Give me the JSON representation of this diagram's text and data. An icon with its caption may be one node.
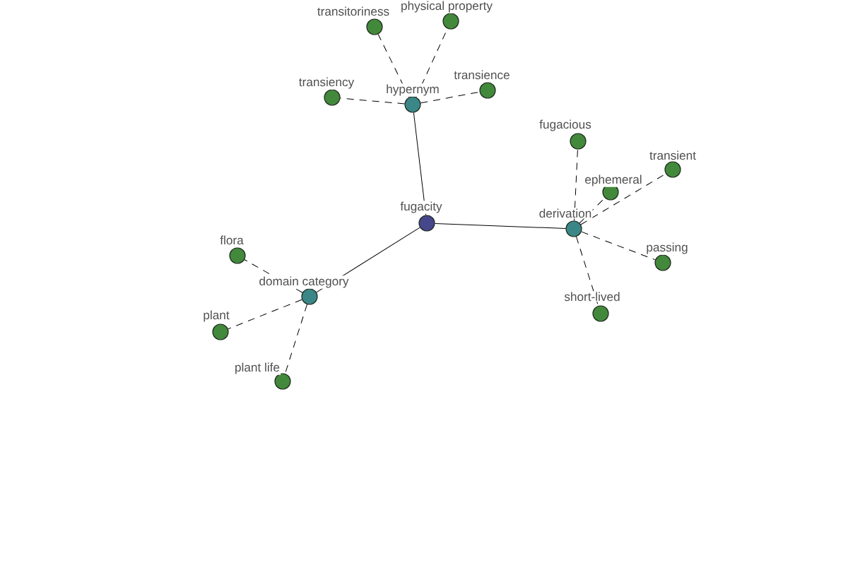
{
  "diagram": {
    "nodes": [
      {
        "text": [],
        "shape": "circle",
        "beside": [
          "fugacity"
        ]
      },
      {
        "text": [],
        "shape": "circle",
        "beside": [
          "hypernym"
        ]
      },
      {
        "text": [],
        "shape": "circle",
        "beside": [
          "transitoriness"
        ]
      },
      {
        "text": [],
        "shape": "circle",
        "beside": [
          "physical property"
        ]
      },
      {
        "text": [],
        "shape": "circle",
        "beside": [
          "transiency"
        ]
      },
      {
        "text": [],
        "shape": "circle",
        "beside": [
          "transience"
        ]
      },
      {
        "text": [],
        "shape": "circle",
        "beside": [
          "derivation"
        ]
      },
      {
        "text": [],
        "shape": "circle",
        "beside": [
          "fugacious"
        ]
      },
      {
        "text": [],
        "shape": "circle",
        "beside": [
          "ephemeral"
        ]
      },
      {
        "text": [],
        "shape": "circle",
        "beside": [
          "transient"
        ]
      },
      {
        "text": [],
        "shape": "circle",
        "beside": [
          "passing"
        ]
      },
      {
        "text": [],
        "shape": "circle",
        "beside": [
          "short-lived"
        ]
      },
      {
        "text": [],
        "shape": "circle",
        "beside": [
          "domain category"
        ]
      },
      {
        "text": [],
        "shape": "circle",
        "beside": [
          "flora"
        ]
      },
      {
        "text": [],
        "shape": "circle",
        "beside": [
          "plant"
        ]
      },
      {
        "text": [],
        "shape": "circle",
        "beside": [
          "plant life"
        ]
      }
    ],
    "edges": [
      {
        "from": 0,
        "to": 1,
        "arrow": "none"
      },
      {
        "from": 0,
        "to": 6,
        "arrow": "none"
      },
      {
        "from": 0,
        "to": 12,
        "arrow": "none"
      },
      {
        "from": 1,
        "to": 2,
        "arrow": "none",
        "style": "dashed"
      },
      {
        "from": 1,
        "to": 3,
        "arrow": "none",
        "style": "dashed"
      },
      {
        "from": 1,
        "to": 4,
        "arrow": "none",
        "style": "dashed"
      },
      {
        "from": 1,
        "to": 5,
        "arrow": "none",
        "style": "dashed"
      },
      {
        "from": 6,
        "to": 7,
        "arrow": "none",
        "style": "dashed"
      },
      {
        "from": 6,
        "to": 8,
        "arrow": "none",
        "style": "dashed"
      },
      {
        "from": 6,
        "to": 9,
        "arrow": "none",
        "style": "dashed"
      },
      {
        "from": 6,
        "to": 10,
        "arrow": "none",
        "style": "dashed"
      },
      {
        "from": 6,
        "to": 11,
        "arrow": "none",
        "style": "dashed"
      },
      {
        "from": 12,
        "to": 13,
        "arrow": "none",
        "style": "dashed"
      },
      {
        "from": 12,
        "to": 14,
        "arrow": "none",
        "style": "dashed"
      },
      {
        "from": 12,
        "to": 15,
        "arrow": "none",
        "style": "dashed"
      }
    ]
  }
}
